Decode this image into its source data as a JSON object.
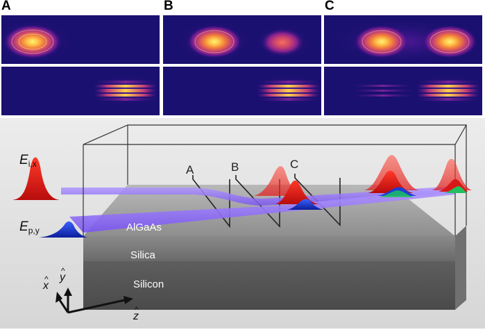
{
  "panels": {
    "A": {
      "label": "A"
    },
    "B": {
      "label": "B"
    },
    "C": {
      "label": "C"
    }
  },
  "scene": {
    "field_i": {
      "main": "E",
      "sub": "i,x"
    },
    "field_p": {
      "main": "E",
      "sub": "p,y"
    },
    "cut_A": "A",
    "cut_B": "B",
    "cut_C": "C",
    "core_label": "AlGaAs",
    "cladding_label": "Silica",
    "substrate_label": "Silicon",
    "axis_x": {
      "main": "x",
      "hat": "^"
    },
    "axis_y": {
      "main": "y",
      "hat": "^"
    },
    "axis_z": {
      "main": "z",
      "hat": "^"
    }
  },
  "colors": {
    "field_bg": "#1a1070",
    "mode_core": "#ffe060",
    "waveguide": "#8a6cff",
    "idler": "#e01010",
    "pump": "#1030d0",
    "signal": "#20c060",
    "silicon": "#5c5c5c",
    "silica": "#9a9a9a"
  }
}
